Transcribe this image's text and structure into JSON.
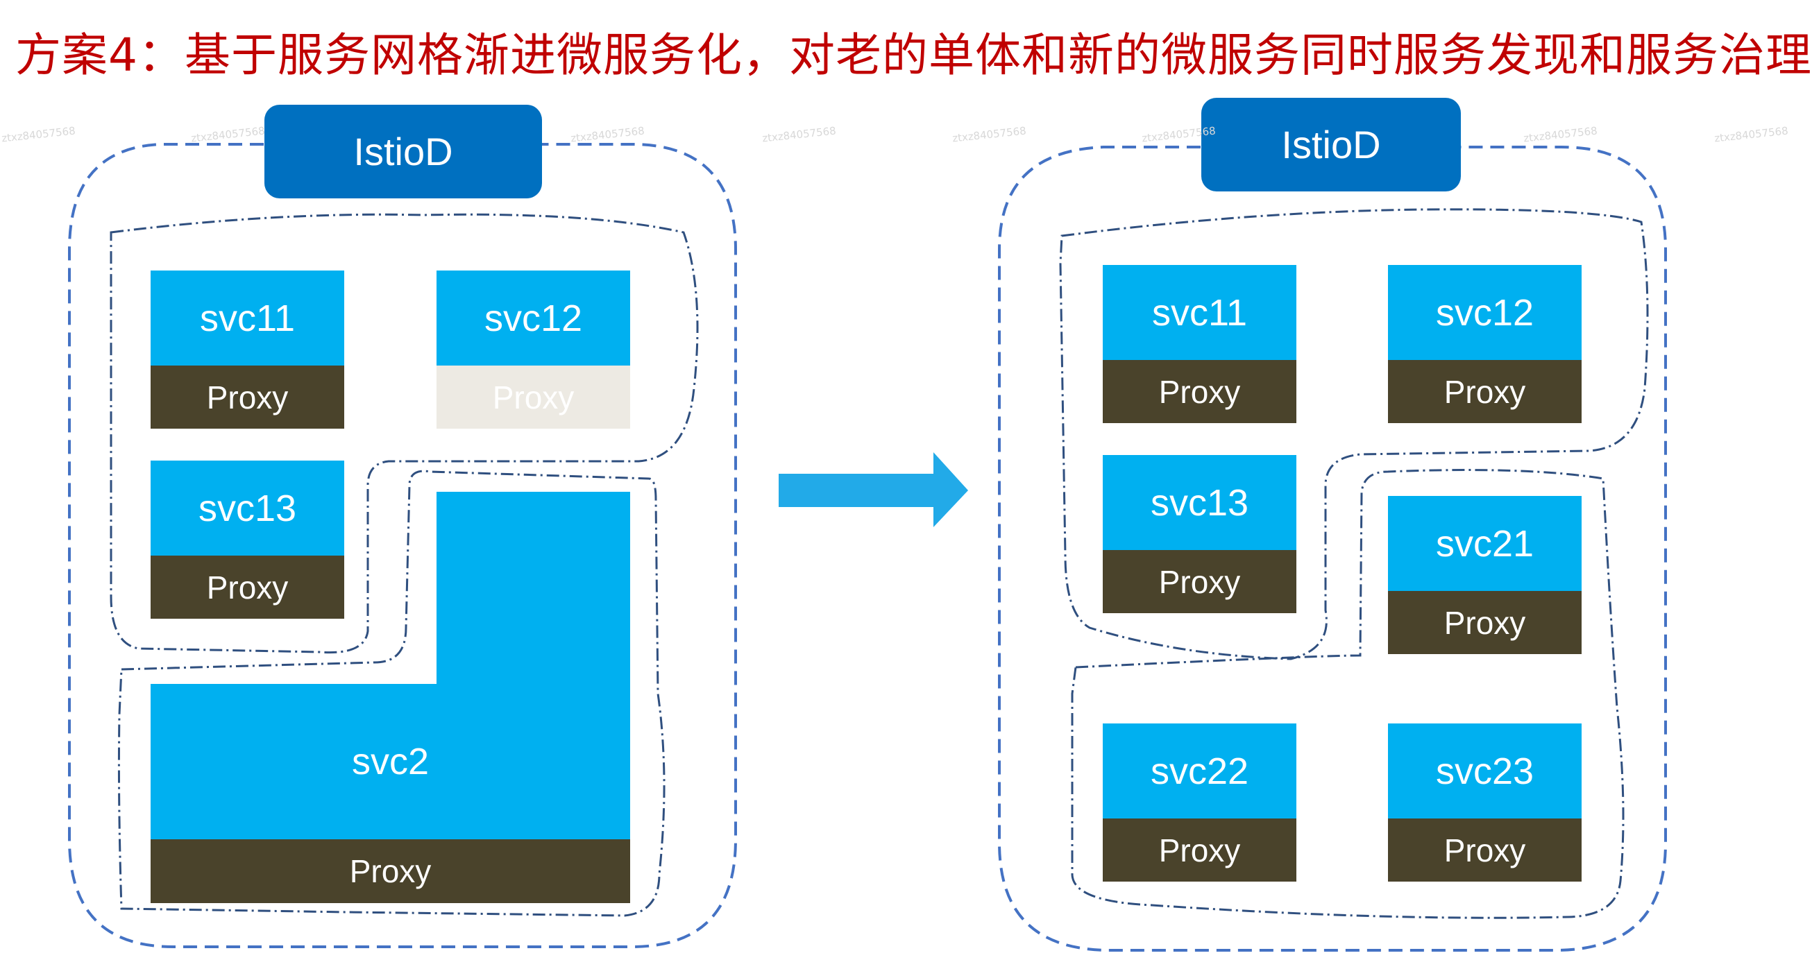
{
  "title": "方案4：基于服务网格渐进微服务化，对老的单体和新的微服务同时服务发现和服务治理",
  "watermark": "ztxz84057568",
  "colors": {
    "title": "#c00000",
    "istiod": "#0070c0",
    "service": "#00b0f0",
    "proxy": "#4a432b",
    "proxy_inactive": "#edeae3",
    "border": "#4472c4",
    "group": "#2f4f7f"
  },
  "left": {
    "control_plane": "IstioD",
    "services": [
      {
        "name": "svc11",
        "proxy": "Proxy"
      },
      {
        "name": "svc12",
        "proxy": "Proxy",
        "proxy_active": false
      },
      {
        "name": "svc13",
        "proxy": "Proxy"
      },
      {
        "name": "svc2",
        "proxy": "Proxy"
      }
    ]
  },
  "right": {
    "control_plane": "IstioD",
    "services": [
      {
        "name": "svc11",
        "proxy": "Proxy"
      },
      {
        "name": "svc12",
        "proxy": "Proxy"
      },
      {
        "name": "svc13",
        "proxy": "Proxy"
      },
      {
        "name": "svc21",
        "proxy": "Proxy"
      },
      {
        "name": "svc22",
        "proxy": "Proxy"
      },
      {
        "name": "svc23",
        "proxy": "Proxy"
      }
    ]
  }
}
